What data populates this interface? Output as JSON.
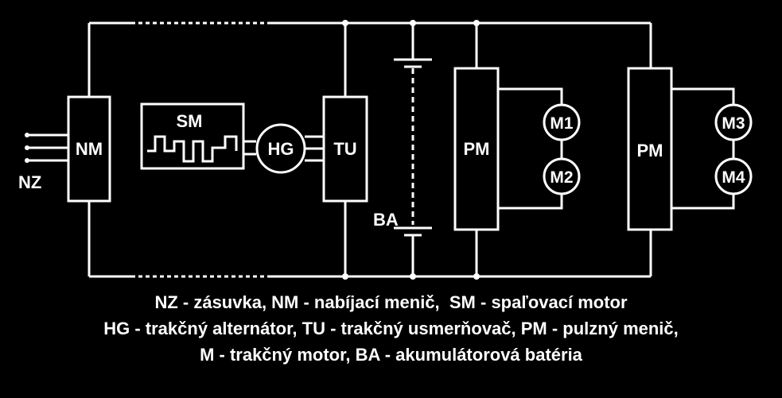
{
  "labels": {
    "nz": "NZ",
    "nm": "NM",
    "sm": "SM",
    "hg": "HG",
    "tu": "TU",
    "ba": "BA",
    "pm_left": "PM",
    "pm_right": "PM",
    "m1": "M1",
    "m2": "M2",
    "m3": "M3",
    "m4": "M4"
  },
  "legend": {
    "line1": "NZ - zásuvka, NM - nabíjací menič,  SM - spaľovací motor",
    "line2": "HG - trakčný alternátor, TU - trakčný usmerňovač, PM - pulzný menič,",
    "line3": "M - trakčný motor, BA - akumulátorová batéria"
  },
  "colors": {
    "background": "#000000",
    "line": "#ffffff"
  }
}
